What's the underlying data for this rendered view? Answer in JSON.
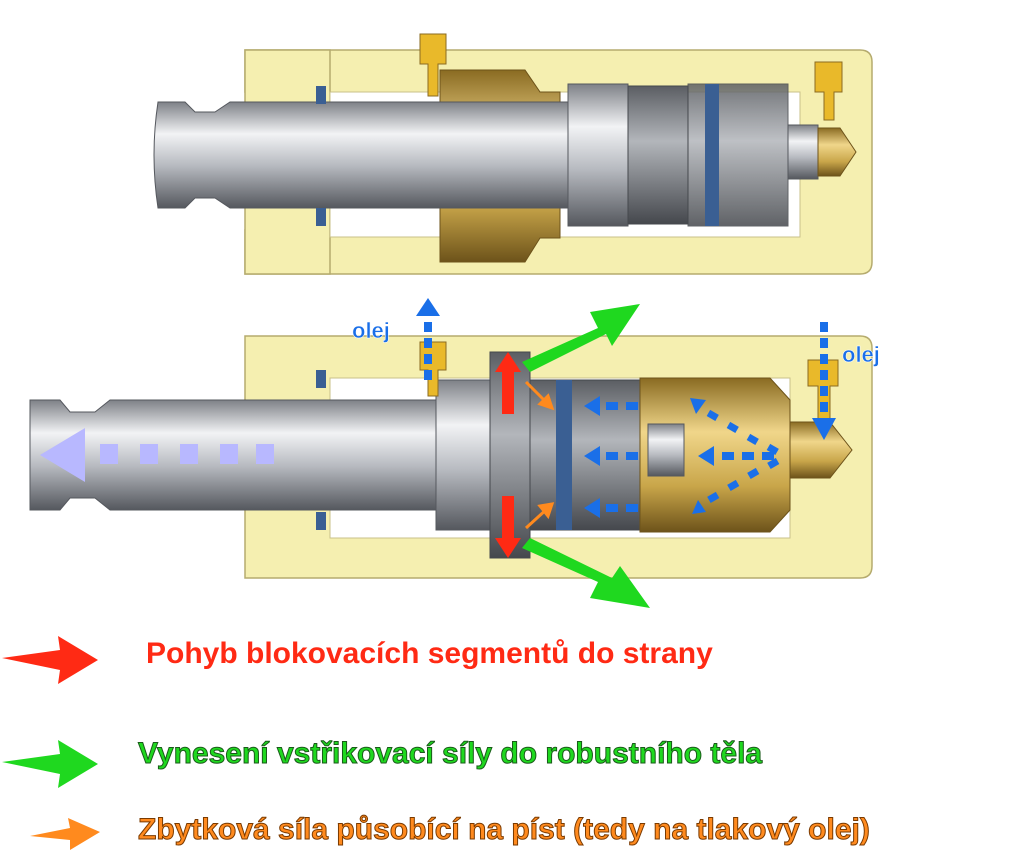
{
  "labels": {
    "oil_top": "olej",
    "oil_right": "olej"
  },
  "legend": [
    {
      "id": "red",
      "text": "Pohyb blokovacích segmentů do strany",
      "color": "#ff2a14"
    },
    {
      "id": "green",
      "text": "Vynesení vstřikovací síly do robustního těla",
      "color": "#1fd81f"
    },
    {
      "id": "orange",
      "text": "Zbytková síla působící na píst (tedy na tlakový olej)",
      "color": "#ff8a1e"
    }
  ],
  "colors": {
    "body": "#f5efb0",
    "brass": "#c9a64a",
    "steel": "#b9bcc2",
    "seal": "#3a5f93",
    "oil_arrow": "#1a6fe8",
    "piston_arrow": "#b8b8ff"
  }
}
